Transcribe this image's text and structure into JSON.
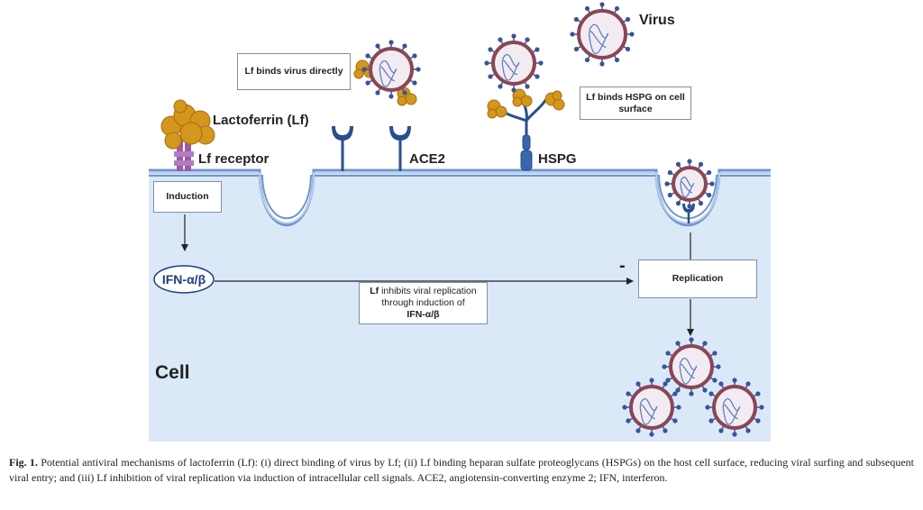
{
  "labels": {
    "virus": "Virus",
    "lactoferrin": "Lactoferrin (Lf)",
    "lf_receptor": "Lf receptor",
    "ace2": "ACE2",
    "hspg": "HSPG",
    "cell": "Cell",
    "ifn": "IFN-α/β",
    "minus": "-"
  },
  "boxes": {
    "lf_binds_virus": "Lf binds virus directly",
    "lf_binds_hspg_line1": "Lf binds HSPG on cell",
    "lf_binds_hspg_line2": "surface",
    "induction": "Induction",
    "replication": "Replication",
    "inhibits_lf": "Lf",
    "inhibits_text1": " inhibits viral replication",
    "inhibits_text2": "through induction of",
    "inhibits_ifn": "IFN-α/β"
  },
  "caption": {
    "fig_label": "Fig. 1.",
    "text": " Potential antiviral mechanisms of lactoferrin (Lf): (i) direct binding of virus by Lf; (ii) Lf binding heparan sulfate proteoglycans (HSPGs) on the host cell surface, reducing viral surfing and subsequent viral entry; and (iii) Lf inhibition of viral replication via induction of intracellular cell signals. ACE2, angiotensin-converting enzyme 2; IFN, interferon."
  },
  "colors": {
    "cell_fill": "#dae8f8",
    "membrane": "#6f95cc",
    "receptor": "#2a4e8e",
    "lactoferrin": "#d4961c",
    "lf_receptor": "#9a5aa8",
    "virus_body": "#8a4656",
    "virus_spike": "#3a5498"
  }
}
